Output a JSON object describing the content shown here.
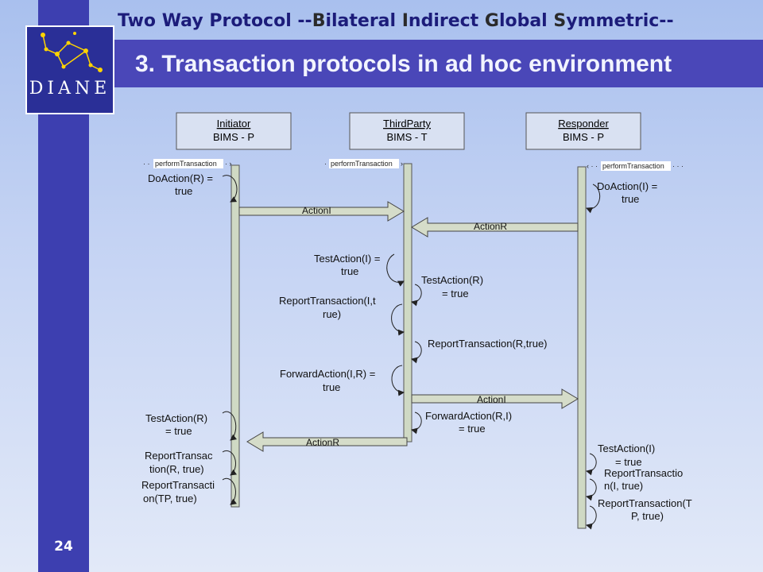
{
  "header": {
    "subtitle_prefix": "Two Way Protocol --",
    "subtitle_parts": [
      {
        "cap": "B",
        "rest": "ilateral "
      },
      {
        "cap": "I",
        "rest": "ndirect "
      },
      {
        "cap": "G",
        "rest": "lobal "
      },
      {
        "cap": "S",
        "rest": "ymmetric--"
      }
    ],
    "title": "3. Transaction protocols in ad hoc environment"
  },
  "logo": {
    "text": "DIANE"
  },
  "page_number": "24",
  "colors": {
    "bar": "#3d3fb0",
    "band": "#4a47b8",
    "lifeline": "#cfd9c4",
    "arrow": "#d5dcc9"
  },
  "diagram": {
    "participants": [
      {
        "id": "initiator",
        "name": "Initiator",
        "type": "BIMS - P"
      },
      {
        "id": "thirdparty",
        "name": "ThirdParty",
        "type": "BIMS - T"
      },
      {
        "id": "responder",
        "name": "Responder",
        "type": "BIMS - P"
      }
    ],
    "perform_label": "performTransaction",
    "messages": [
      {
        "label": "ActionI",
        "from": "initiator",
        "to": "thirdparty"
      },
      {
        "label": "ActionR",
        "from": "responder",
        "to": "thirdparty"
      },
      {
        "label": "ActionI",
        "from": "thirdparty",
        "to": "responder"
      },
      {
        "label": "ActionR",
        "from": "thirdparty",
        "to": "initiator"
      }
    ],
    "self_calls": [
      {
        "lines": [
          "DoAction(R) =",
          "true"
        ]
      },
      {
        "lines": [
          "DoAction(I) =",
          "true"
        ]
      },
      {
        "lines": [
          "TestAction(I) =",
          "true"
        ]
      },
      {
        "lines": [
          "TestAction(R)",
          "= true"
        ]
      },
      {
        "lines": [
          "ReportTransaction(I,t",
          "rue)"
        ]
      },
      {
        "lines": [
          "ReportTransaction(R,true)"
        ]
      },
      {
        "lines": [
          "ForwardAction(I,R) =",
          "true"
        ]
      },
      {
        "lines": [
          "ForwardAction(R,I)",
          "= true"
        ]
      },
      {
        "lines": [
          "TestAction(R)",
          "= true"
        ]
      },
      {
        "lines": [
          "ReportTransac",
          "tion(R, true)"
        ]
      },
      {
        "lines": [
          "ReportTransacti",
          "on(TP, true)"
        ]
      },
      {
        "lines": [
          "TestAction(I)",
          "= true"
        ]
      },
      {
        "lines": [
          "ReportTransactio",
          "n(I, true)"
        ]
      },
      {
        "lines": [
          "ReportTransaction(T",
          "P, true)"
        ]
      }
    ]
  }
}
